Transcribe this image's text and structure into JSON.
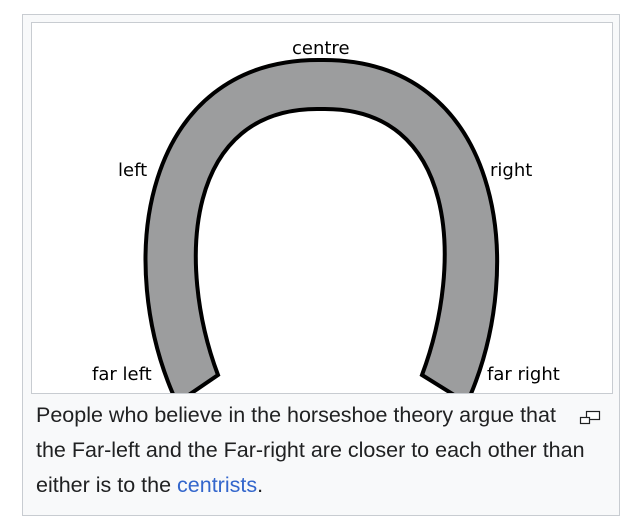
{
  "diagram": {
    "labels": {
      "centre": "centre",
      "left": "left",
      "right": "right",
      "far_left": "far left",
      "far_right": "far right"
    },
    "colors": {
      "shoe_fill": "#9c9d9e",
      "shoe_stroke": "#000000",
      "background": "#ffffff"
    }
  },
  "caption": {
    "text_before": "People who believe in the horseshoe theory argue that the Far-left and the Far-right are closer to each other than either is to the ",
    "link_text": "centrists",
    "text_after": ".",
    "enlarge_icon": "magnify-icon"
  }
}
